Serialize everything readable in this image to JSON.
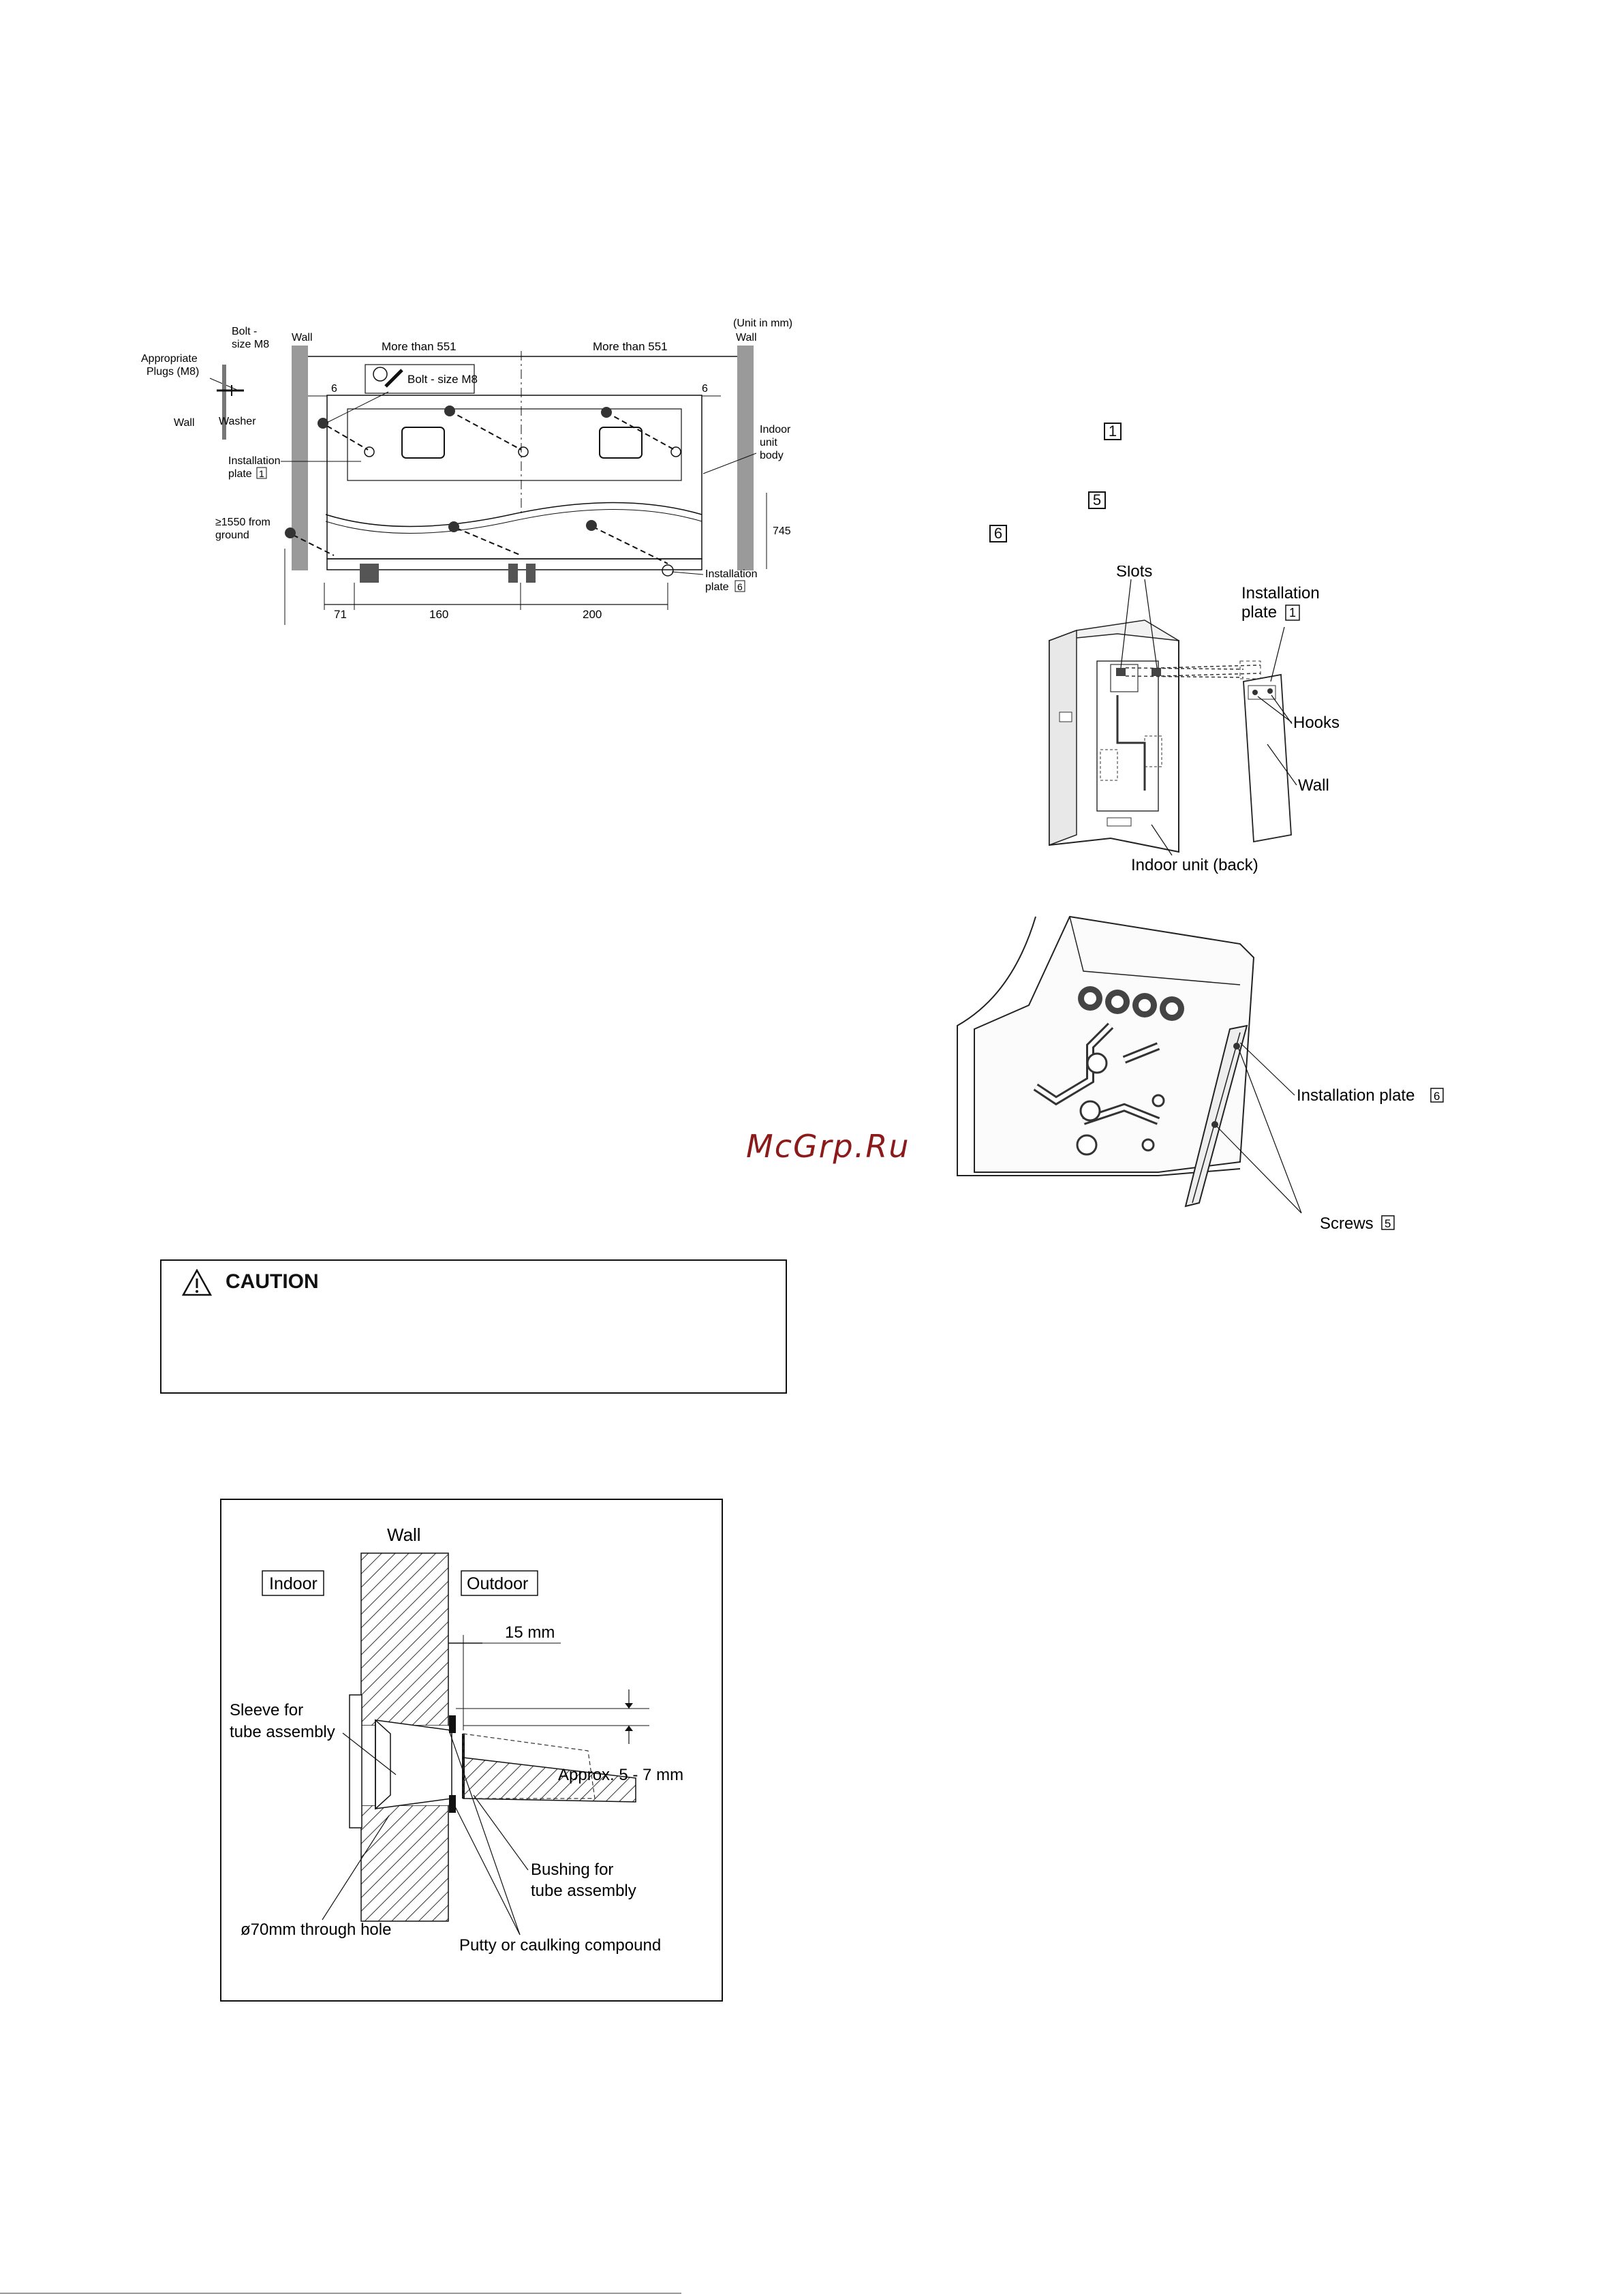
{
  "fig1": {
    "unit_note": "(Unit in mm)",
    "wall_left": "Wall",
    "wall_right": "Wall",
    "bolt_size_1": "Bolt -",
    "bolt_size_2": "size M8",
    "plugs_1": "Appropriate",
    "plugs_2": "Plugs (M8)",
    "washer": "Washer",
    "wall_side": "Wall",
    "more_than_left": "More than 551",
    "more_than_right": "More than 551",
    "bolt_callout": "Bolt - size M8",
    "dim_6_left": "6",
    "dim_6_right": "6",
    "installation_plate_1a": "Installation",
    "installation_plate_1b": "plate",
    "plate1_num": "1",
    "indoor_1": "Indoor",
    "indoor_2": "unit",
    "indoor_3": "body",
    "from_ground_1": "≥1550 from",
    "from_ground_2": "ground",
    "dim_745": "745",
    "installation_plate_6a": "Installation",
    "installation_plate_6b": "plate",
    "plate6_num": "6",
    "dim_71": "71",
    "dim_160": "160",
    "dim_200": "200"
  },
  "marks": {
    "m1": "1",
    "m5": "5",
    "m6": "6"
  },
  "fig2": {
    "slots": "Slots",
    "installation_1": "Installation",
    "installation_2": "plate",
    "plate_num": "1",
    "hooks": "Hooks",
    "wall": "Wall",
    "indoor_back": "Indoor unit (back)"
  },
  "fig3": {
    "installation_plate": "Installation plate",
    "plate_num": "6",
    "screws": "Screws",
    "screws_num": "5"
  },
  "watermark": "McGrp.Ru",
  "caution": {
    "title": "CAUTION"
  },
  "fig4": {
    "wall": "Wall",
    "indoor": "Indoor",
    "outdoor": "Outdoor",
    "dim_15": "15 mm",
    "sleeve_1": "Sleeve for",
    "sleeve_2": "tube assembly",
    "approx": "Approx. 5 - 7 mm",
    "bushing_1": "Bushing for",
    "bushing_2": "tube assembly",
    "hole": "ø70mm through hole",
    "putty": "Putty or caulking compound"
  }
}
